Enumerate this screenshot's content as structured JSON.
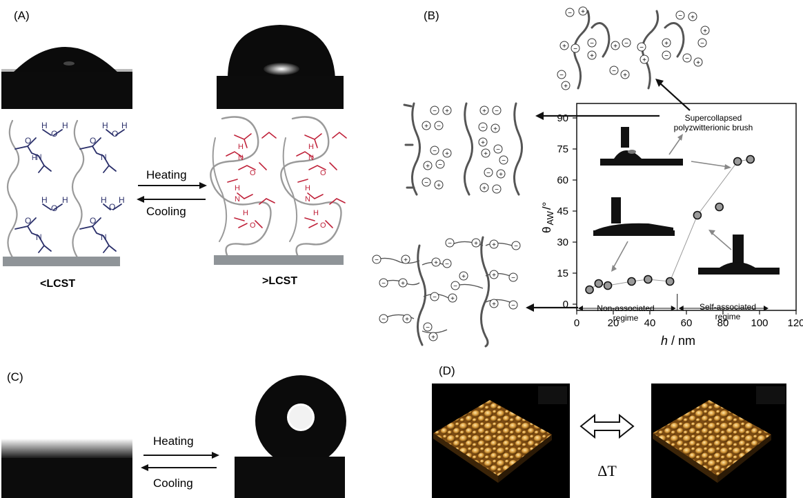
{
  "panels": {
    "a": {
      "label": "(A)",
      "heating": "Heating",
      "cooling": "Cooling",
      "below": "<LCST",
      "above": ">LCST",
      "water": "H",
      "water_o": "O",
      "amide_o": "O",
      "amide_n": "N",
      "amide_h": "H"
    },
    "b": {
      "label": "(B)",
      "annotation_line1": "Supercollapsed",
      "annotation_line2": "polyzwitterionic brush",
      "regime_left_line1": "Non-associated",
      "regime_left_line2": "regime",
      "regime_right_line1": "Self-associated",
      "regime_right_line2": "regime",
      "plus": "+",
      "minus": "−"
    },
    "c": {
      "label": "(C)",
      "heating": "Heating",
      "cooling": "Cooling"
    },
    "d": {
      "label": "(D)",
      "delta": "ΔT"
    }
  },
  "chart_data": {
    "type": "scatter",
    "xlabel_italic": "h",
    "xlabel_unit": " / nm",
    "ylabel": "θ",
    "ylabel_sub": "AW",
    "ylabel_unit": "/°",
    "xlim": [
      0,
      120
    ],
    "ylim": [
      -3,
      97
    ],
    "x_ticks": [
      0,
      20,
      40,
      60,
      80,
      100,
      120
    ],
    "y_ticks": [
      0,
      15,
      30,
      45,
      60,
      75,
      90
    ],
    "points": [
      {
        "x": 7,
        "y": 7
      },
      {
        "x": 12,
        "y": 10
      },
      {
        "x": 17,
        "y": 9
      },
      {
        "x": 30,
        "y": 11
      },
      {
        "x": 39,
        "y": 12
      },
      {
        "x": 51,
        "y": 11
      },
      {
        "x": 66,
        "y": 43
      },
      {
        "x": 78,
        "y": 47
      },
      {
        "x": 88,
        "y": 69
      },
      {
        "x": 95,
        "y": 70
      }
    ],
    "guide_line": [
      {
        "x": 7,
        "y": 7
      },
      {
        "x": 12,
        "y": 10
      },
      {
        "x": 17,
        "y": 9
      },
      {
        "x": 30,
        "y": 11
      },
      {
        "x": 39,
        "y": 12
      },
      {
        "x": 51,
        "y": 11
      },
      {
        "x": 66,
        "y": 43
      },
      {
        "x": 88,
        "y": 69
      },
      {
        "x": 95,
        "y": 70
      }
    ],
    "regime_divider_x": 55,
    "regime_y": -2
  },
  "colors": {
    "drop": "#0b0b0b",
    "polymer": "#9a9a9a",
    "chem_blue": "#2a2f6a",
    "chem_red": "#c0223a",
    "substrate": "#8f9498",
    "afm_dark": "#5a3a10",
    "afm_light": "#f0c070"
  }
}
